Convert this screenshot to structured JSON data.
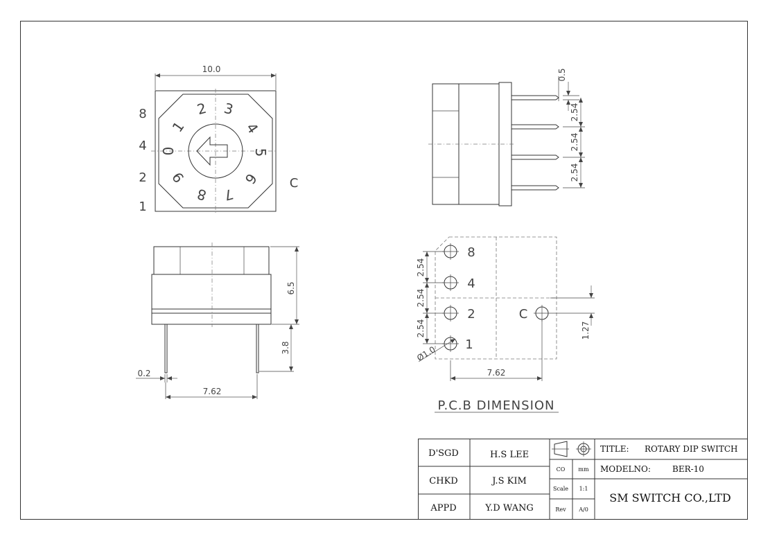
{
  "drawing": {
    "dim_top_width": "10.0",
    "code_labels": [
      "8",
      "4",
      "2",
      "1"
    ],
    "common_label": "C",
    "dial_numbers": [
      "0",
      "1",
      "2",
      "3",
      "4",
      "5",
      "6",
      "7",
      "8",
      "9"
    ],
    "dim_pin_pitch": "2.54",
    "dim_pin_tip": "0.5",
    "dim_body_height": "6.5",
    "dim_pin_length": "3.8",
    "dim_pin_width": "0.2",
    "dim_row_spacing": "7.62",
    "dim_hole_dia": "Ø1.0",
    "dim_c_offset": "1.27",
    "pcb_title": "P.C.B DIMENSION"
  },
  "title_block": {
    "designed_label": "D'SGD",
    "designed_by": "H.S LEE",
    "checked_label": "CHKD",
    "checked_by": "J.S KIM",
    "approved_label": "APPD",
    "approved_by": "Y.D WANG",
    "co_label": "CO",
    "unit": "mm",
    "scale_label": "Scale",
    "scale": "1:1",
    "rev_label": "Rev",
    "rev": "A/0",
    "title_label": "TITLE:",
    "title": "ROTARY DIP SWITCH",
    "model_label": "MODELNO:",
    "model": "BER-10",
    "company": "SM SWITCH CO.,LTD"
  }
}
